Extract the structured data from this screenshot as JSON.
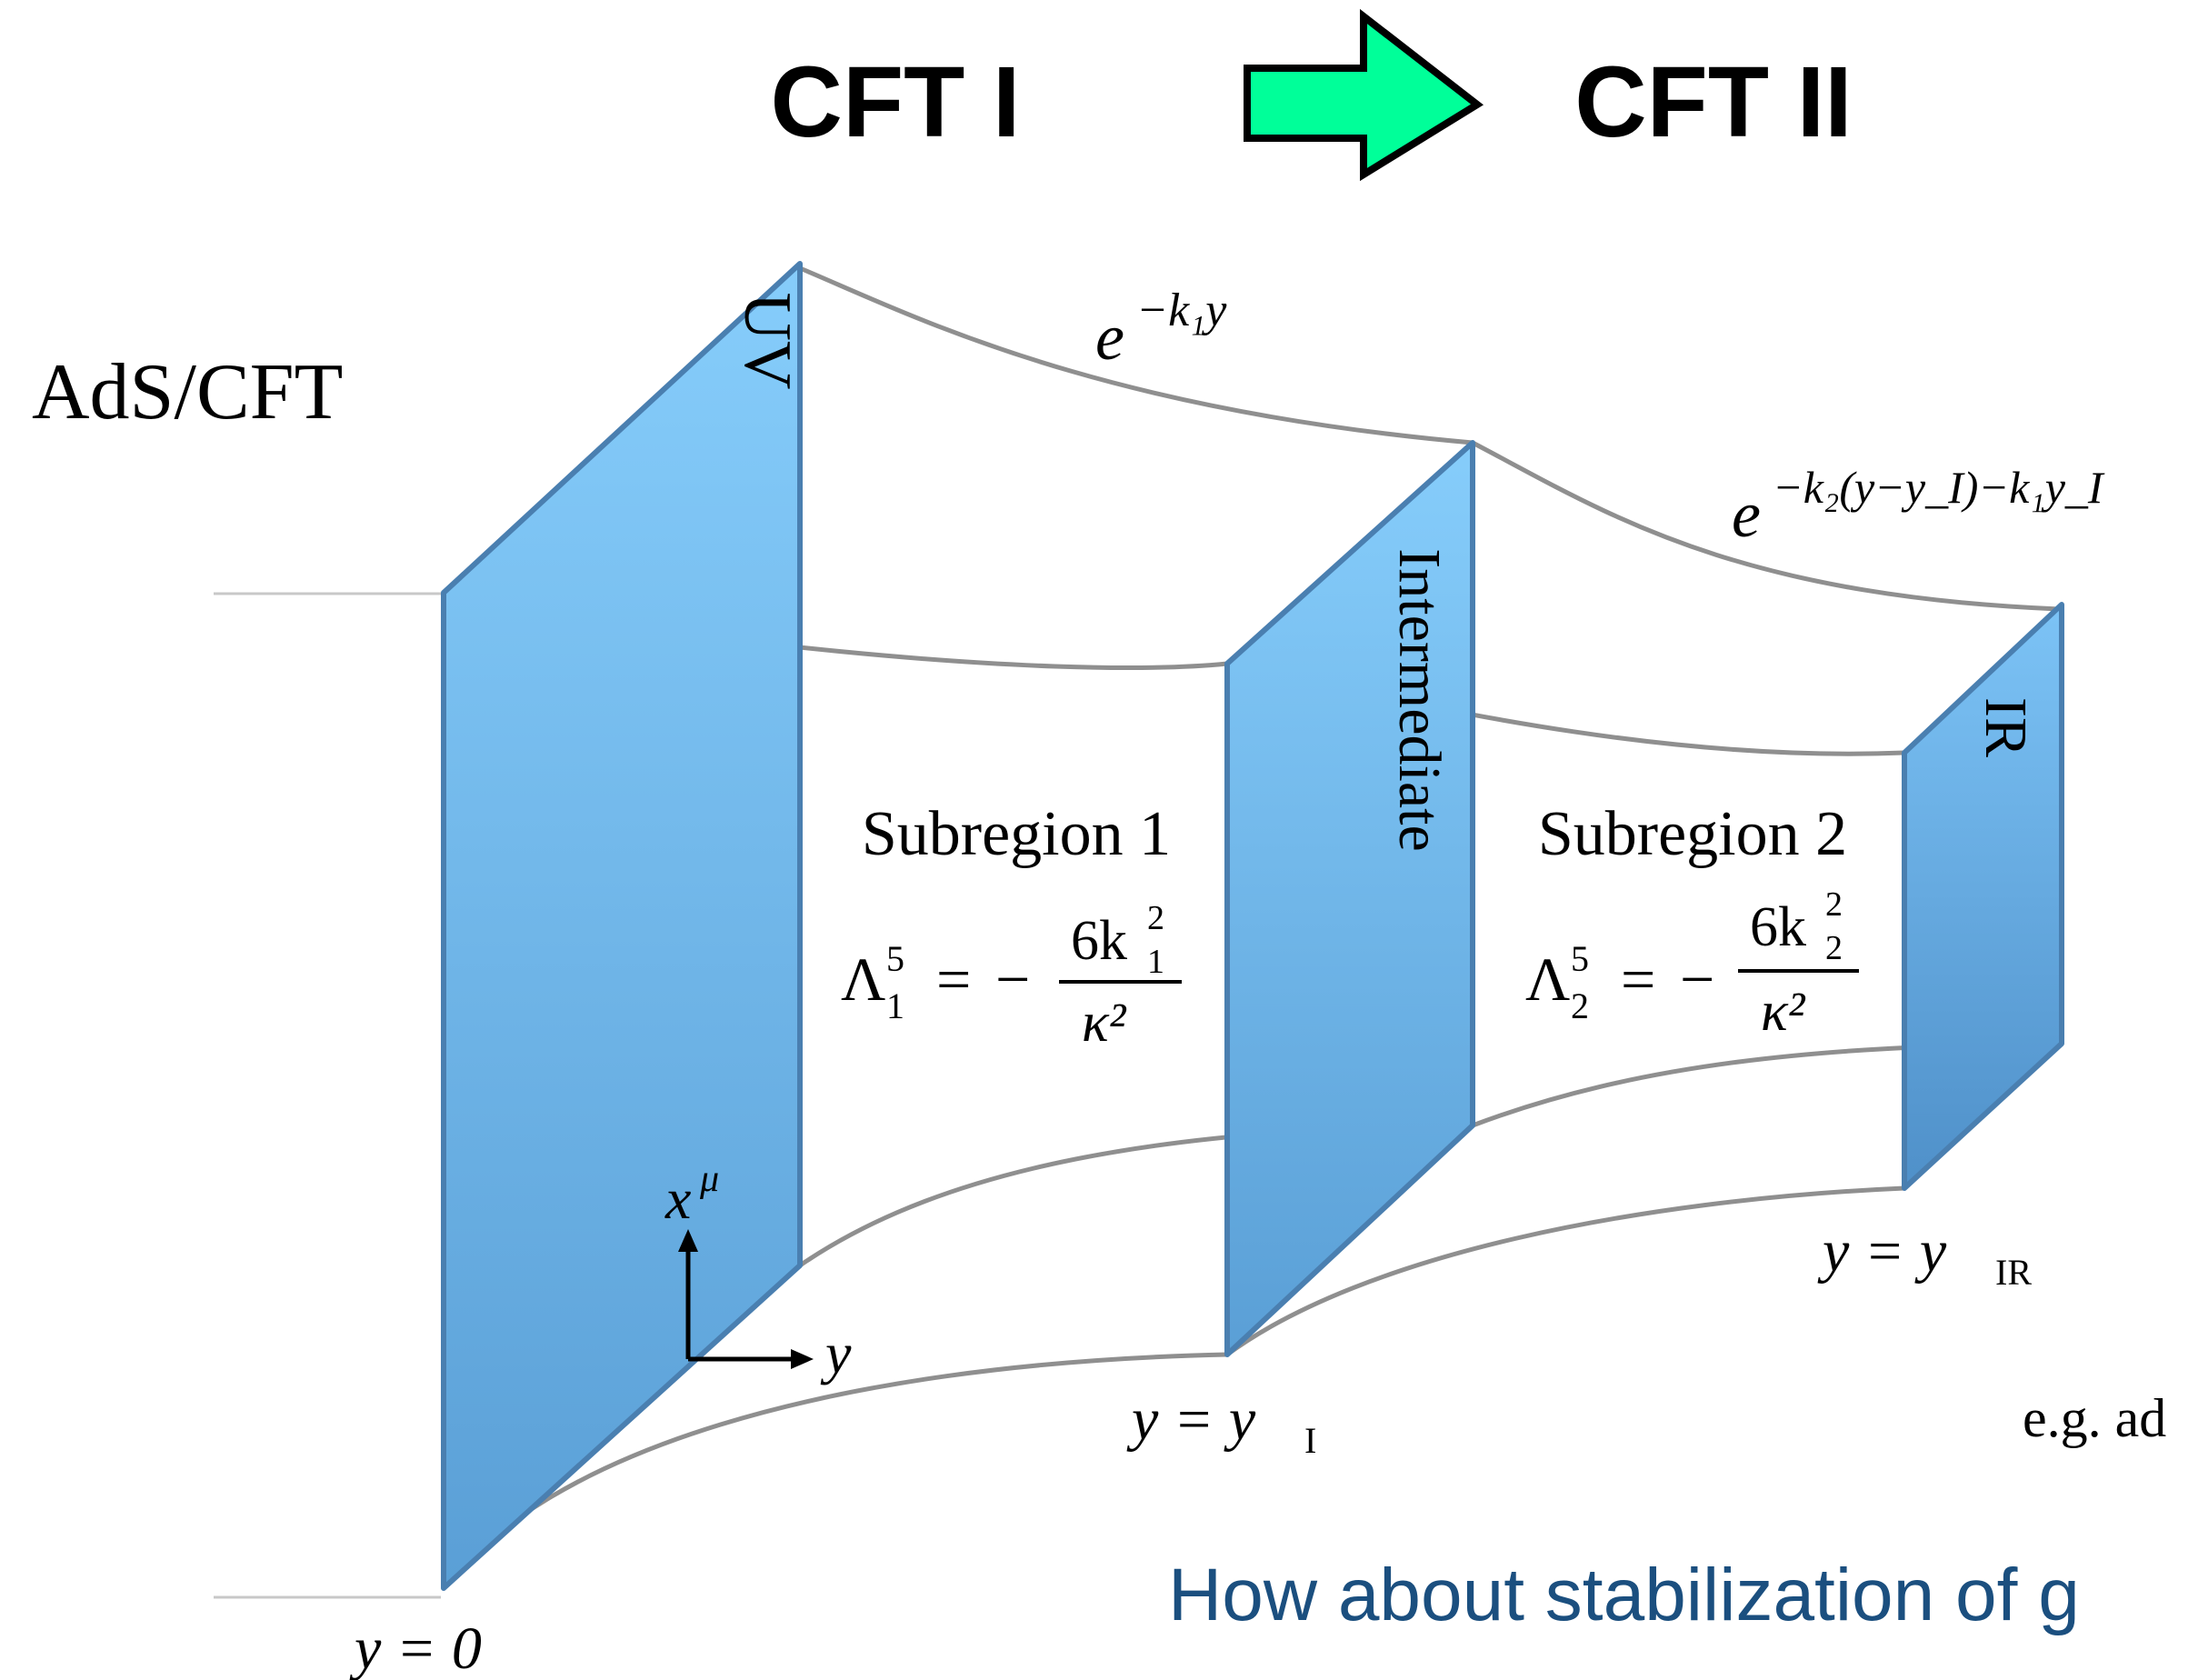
{
  "header": {
    "cft_left": "CFT I",
    "cft_right": "CFT II",
    "arrow_color": "#00ff99",
    "arrow_icon": "right-arrow-icon"
  },
  "side_label": "AdS/CFT",
  "branes": {
    "uv": "UV",
    "intermediate": "Intermediate",
    "ir": "IR",
    "color": "#7ec6f8"
  },
  "warp_factors": {
    "first_base": "e",
    "first_exponent": "−k₁y",
    "second_base": "e",
    "second_exponent": "−k₂(y−y_I)−k₁y_I"
  },
  "subregions": [
    {
      "label": "Subregion 1",
      "lambda_symbol": "Λ",
      "lambda_sup": "5",
      "lambda_sub": "1",
      "numerator": "6k",
      "num_sup": "2",
      "num_sub": "1",
      "denominator": "κ²"
    },
    {
      "label": "Subregion 2",
      "lambda_symbol": "Λ",
      "lambda_sup": "5",
      "lambda_sub": "2",
      "numerator": "6k",
      "num_sup": "2",
      "num_sub": "2",
      "denominator": "κ²"
    }
  ],
  "axes": {
    "vertical": "x",
    "vertical_sup": "μ",
    "horizontal": "y"
  },
  "positions": {
    "y0": "y = 0",
    "yI_lhs": "y = y",
    "yI_sub": "I",
    "yIR_lhs": "y = y",
    "yIR_sub": "IR"
  },
  "footnote": "e.g. ad",
  "question": "How about stabilization of g"
}
